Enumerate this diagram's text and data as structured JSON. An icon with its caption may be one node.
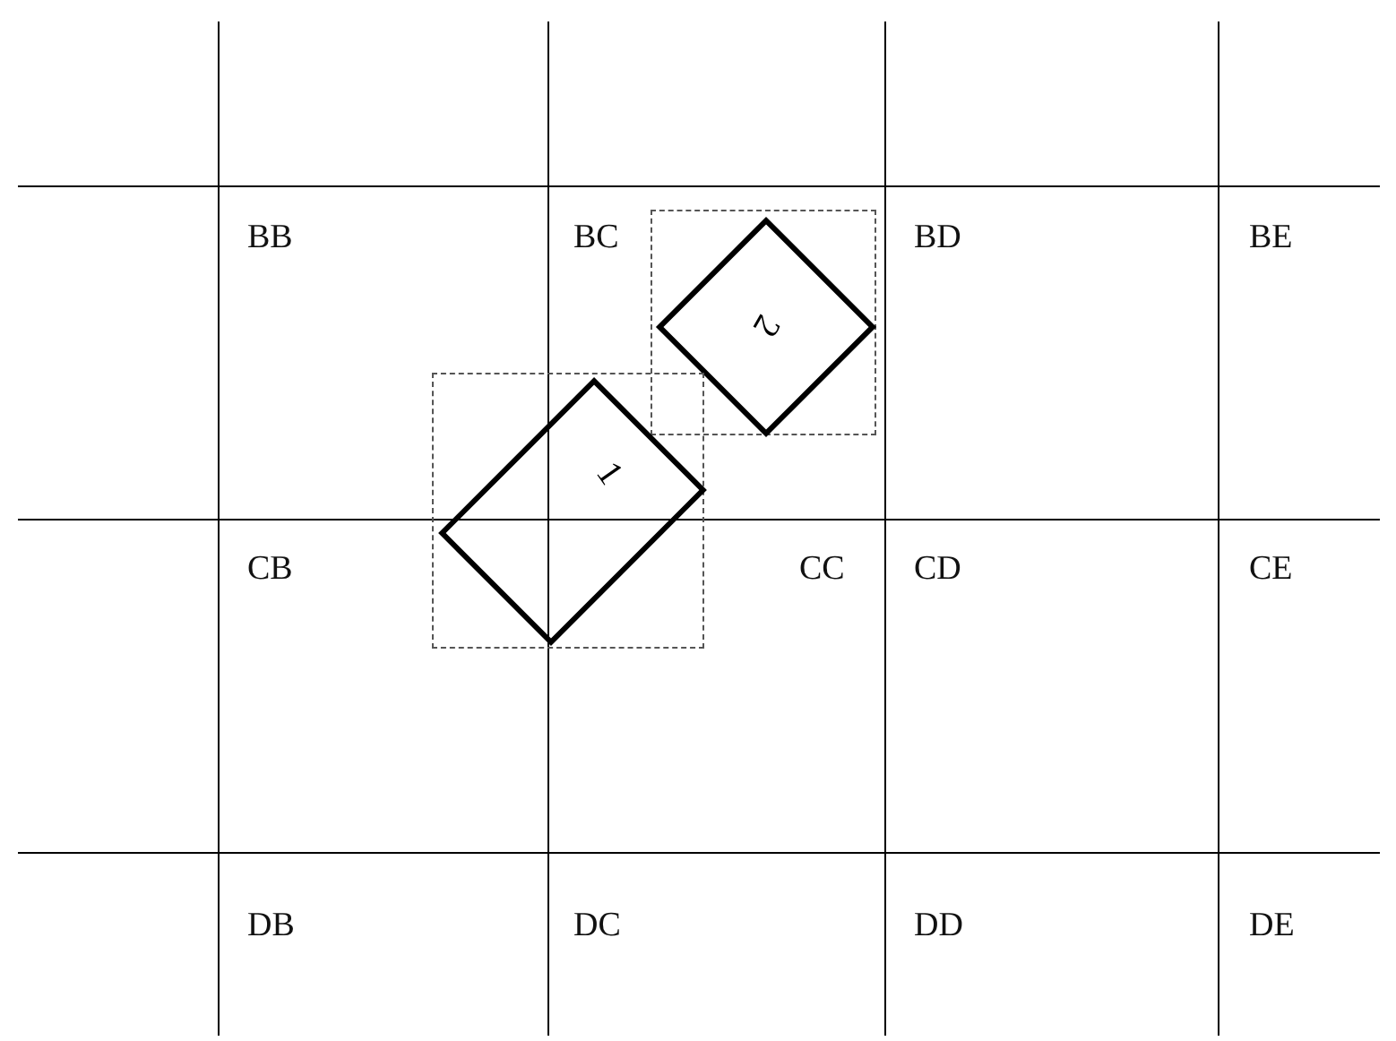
{
  "diagram": {
    "nodes": [
      {
        "text": [],
        "shape": "box"
      },
      {
        "text": [
          "2"
        ],
        "in": 0
      },
      {
        "text": [],
        "shape": "box"
      },
      {
        "text": [
          "1"
        ],
        "in": 2
      }
    ],
    "labels": [
      "BB",
      "BC",
      "BD",
      "BE",
      "CB",
      "CC",
      "CD",
      "CE",
      "DB",
      "DC",
      "DD",
      "DE"
    ]
  }
}
